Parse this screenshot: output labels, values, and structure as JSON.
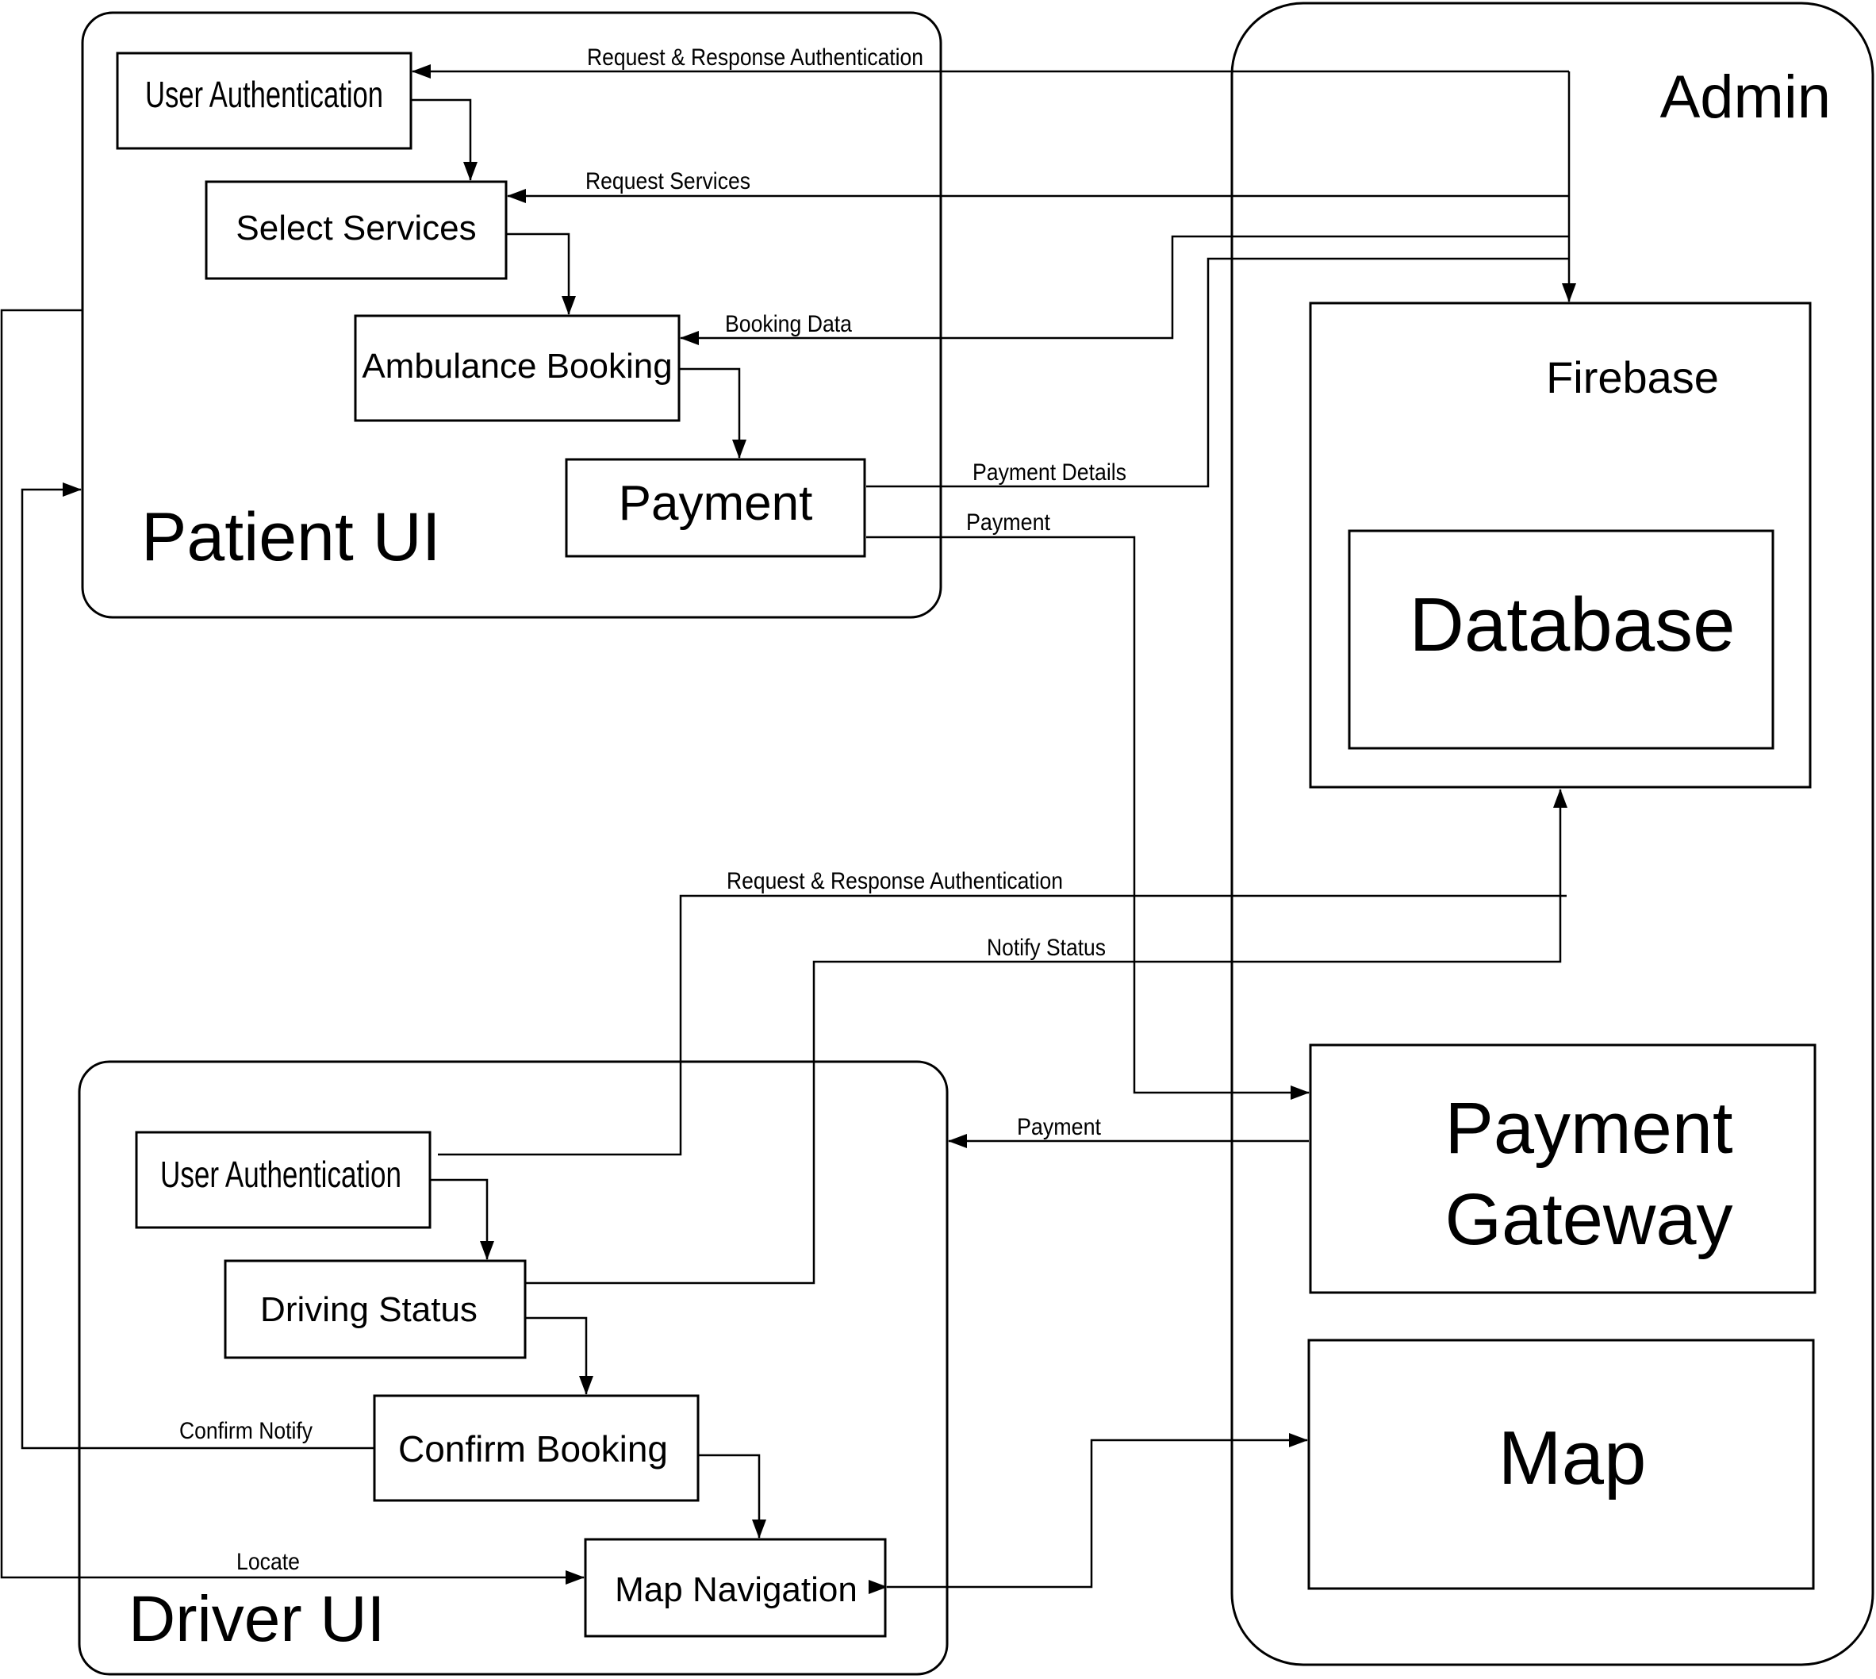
{
  "groups": {
    "patient_ui": "Patient UI",
    "driver_ui": "Driver UI",
    "admin": "Admin"
  },
  "nodes": {
    "patient_user_auth": "User Authentication",
    "select_services": "Select Services",
    "ambulance_booking": "Ambulance Booking",
    "payment": "Payment",
    "firebase": "Firebase",
    "database": "Database",
    "payment_gateway_line1": "Payment",
    "payment_gateway_line2": "Gateway",
    "map": "Map",
    "driver_user_auth": "User Authentication",
    "driving_status": "Driving Status",
    "confirm_booking": "Confirm Booking",
    "map_navigation": "Map Navigation"
  },
  "edges": {
    "patient_auth": "Request & Response Authentication",
    "request_services": "Request Services",
    "booking_data": "Booking Data",
    "payment_details": "Payment Details",
    "payment_to_gateway": "Payment",
    "driver_auth": "Request & Response Authentication",
    "notify_status": "Notify Status",
    "gateway_payment": "Payment",
    "confirm_notify": "Confirm Notify",
    "locate": "Locate"
  }
}
